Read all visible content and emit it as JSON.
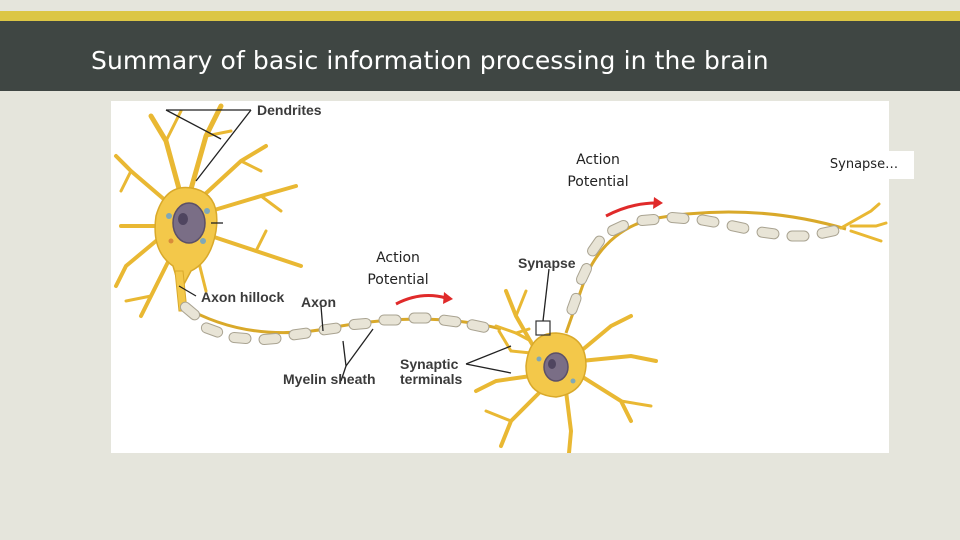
{
  "slide": {
    "title": "Summary of basic information processing in the brain"
  },
  "diagram": {
    "labels": {
      "dendrites": "Dendrites",
      "axon_hillock": "Axon hillock",
      "axon": "Axon",
      "myelin_sheath": "Myelin sheath",
      "synapse": "Synapse",
      "synaptic_terminals_line1": "Synaptic",
      "synaptic_terminals_line2": "terminals"
    },
    "action_potential_1": {
      "line1": "Action",
      "line2": "Potential"
    },
    "action_potential_2": {
      "line1": "Action",
      "line2": "Potential"
    }
  },
  "callout": {
    "text": "Synapse…"
  },
  "colors": {
    "title_bar": "#3f4643",
    "accent_stripe": "#dcc645",
    "background": "#e5e5dc",
    "neuron_body": "#f3c84a",
    "myelin": "#e8e4d6",
    "arrow": "#e02a2a"
  }
}
